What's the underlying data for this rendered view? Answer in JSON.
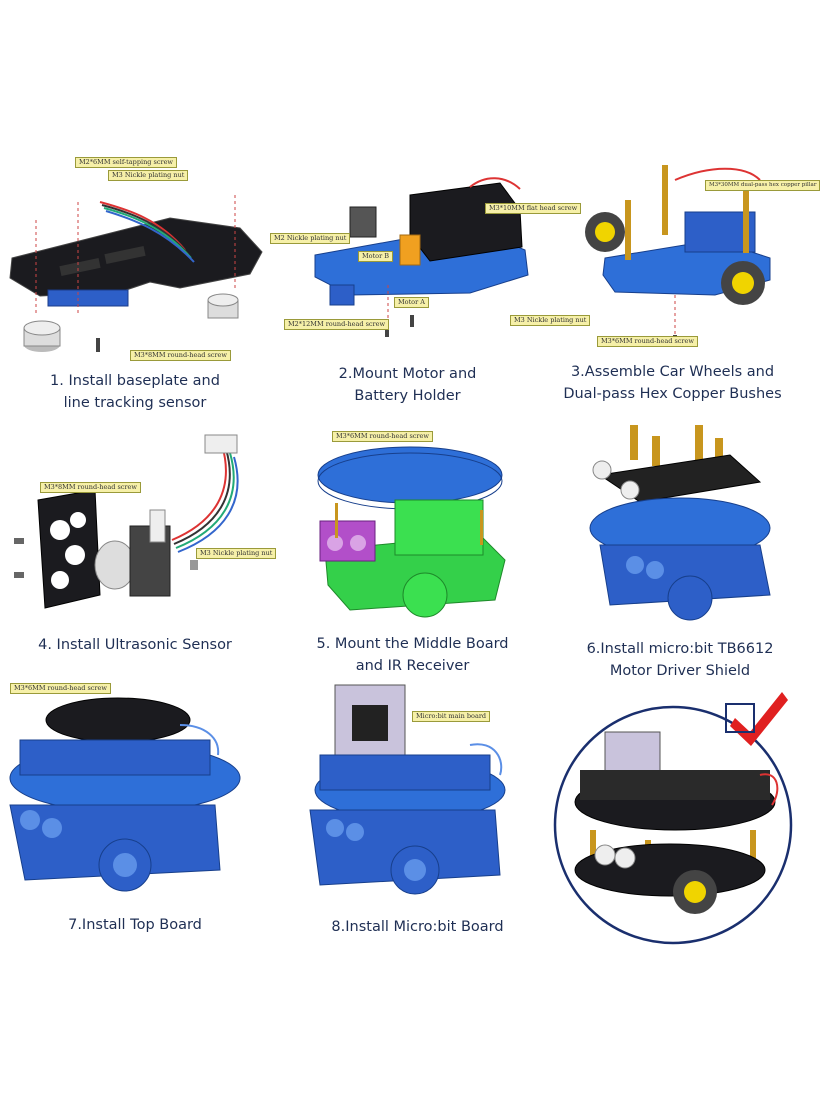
{
  "steps": [
    {
      "id": 1,
      "lines": [
        "1. Install baseplate and",
        "line tracking sensor"
      ],
      "labels": [
        "M2*6MM  self-tapping  screw",
        "M3 Nickle plating nut",
        "M3*8MM round-head screw"
      ]
    },
    {
      "id": 2,
      "lines": [
        "2.Mount Motor and",
        "Battery Holder"
      ],
      "labels": [
        "M3*10MM flat head screw",
        "M2 Nickle plating nut",
        "Motor B",
        "Motor A",
        "M2*12MM round-head screw",
        "M3 Nickle plating nut"
      ]
    },
    {
      "id": 3,
      "lines": [
        "3.Assemble Car Wheels and",
        "Dual-pass Hex Copper Bushes"
      ],
      "labels": [
        "M3*30MM dual-pass hex copper pillar",
        "M3*6MM round-head screw"
      ]
    },
    {
      "id": 4,
      "lines": [
        "4. Install Ultrasonic Sensor"
      ],
      "labels": [
        "M3*8MM round-head screw",
        "M3 Nickle plating nut"
      ]
    },
    {
      "id": 5,
      "lines": [
        "5. Mount the Middle Board",
        "and IR Receiver"
      ],
      "labels": [
        "M3*6MM round-head screw"
      ]
    },
    {
      "id": 6,
      "lines": [
        "6.Install micro:bit TB6612",
        "Motor Driver Shield"
      ],
      "labels": []
    },
    {
      "id": 7,
      "lines": [
        "7.Install Top Board"
      ],
      "labels": [
        "M3*6MM round-head screw"
      ]
    },
    {
      "id": 8,
      "lines": [
        "8.Install Micro:bit Board"
      ],
      "labels": [
        "Micro:bit main board"
      ]
    },
    {
      "id": 9,
      "lines": [],
      "labels": []
    }
  ],
  "colors": {
    "caption": "#1f2f54",
    "acrylic_black": "#1b1b1f",
    "acrylic_blue": "#2e6fd8",
    "green": "#34d04a",
    "brass": "#c8961e",
    "wheel_yellow": "#f0d400",
    "check_red": "#e02020",
    "circle_blue": "#1a2f6e"
  }
}
